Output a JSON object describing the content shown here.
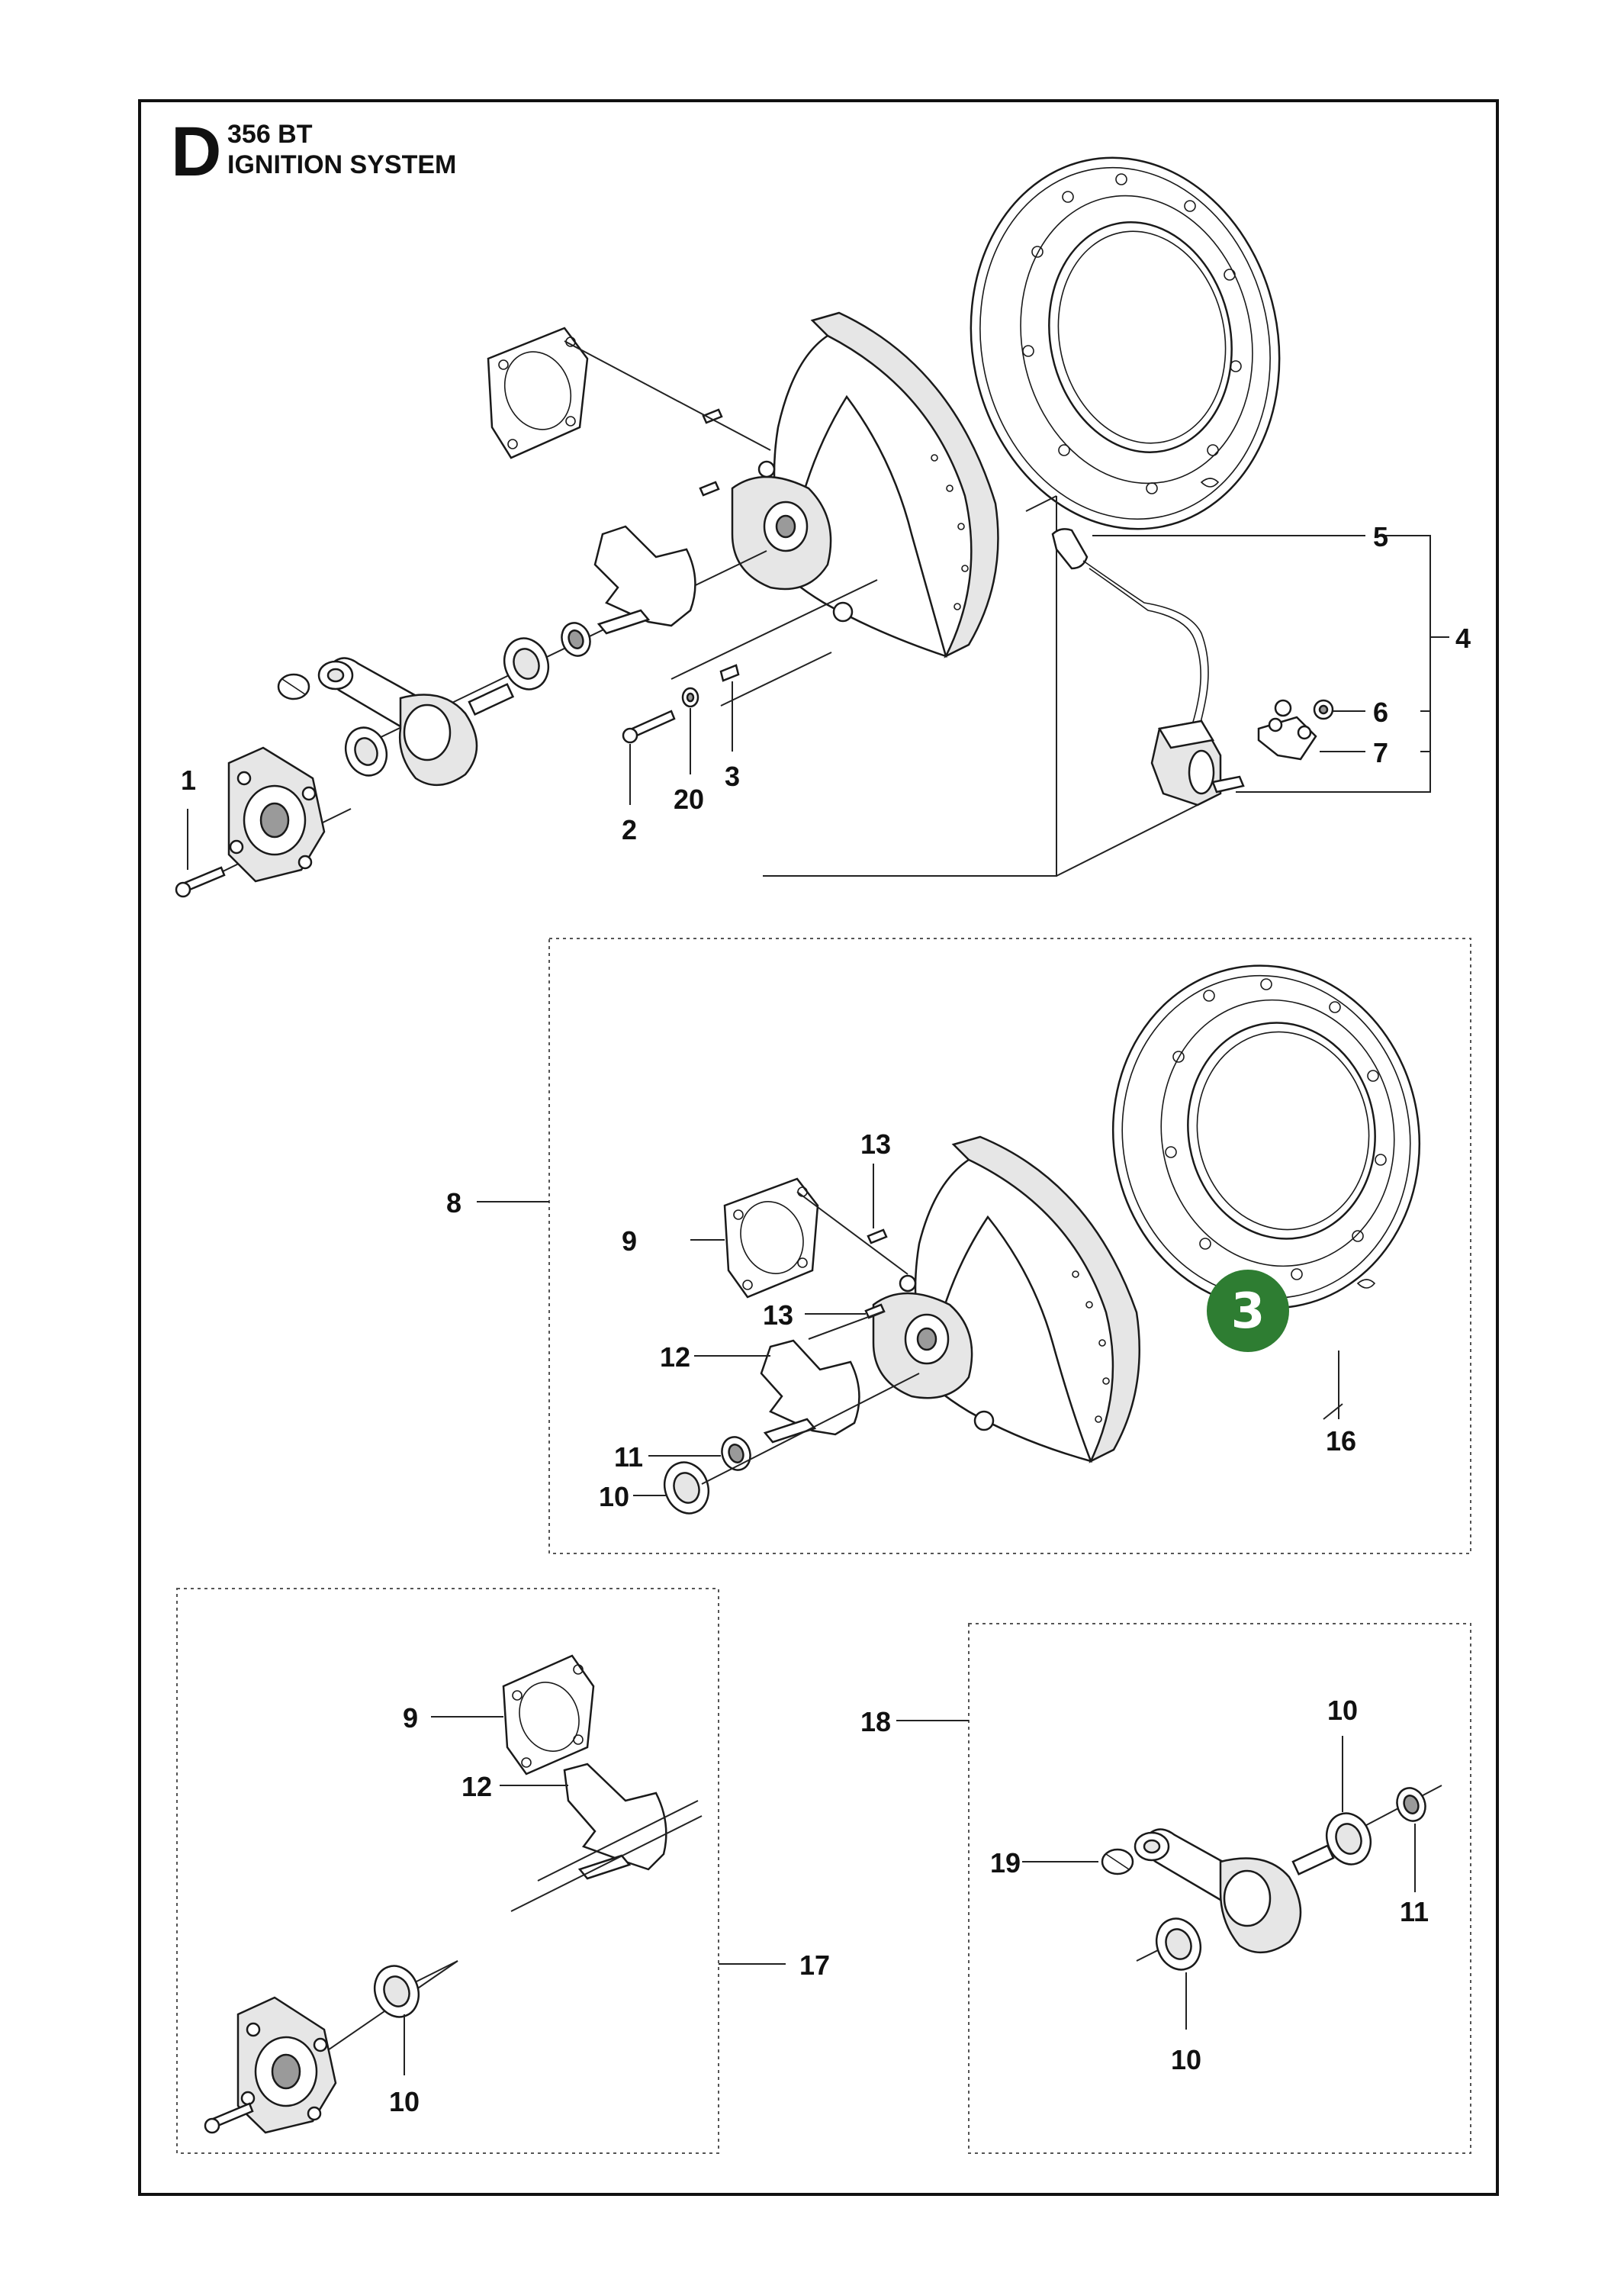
{
  "header": {
    "section_letter": "D",
    "model": "356 BT",
    "title": "IGNITION SYSTEM"
  },
  "callouts": {
    "c1": "1",
    "c2": "2",
    "c3": "3",
    "c4": "4",
    "c5": "5",
    "c6": "6",
    "c7": "7",
    "c20": "20",
    "c8": "8",
    "c9a": "9",
    "c13a": "13",
    "c13b": "13",
    "c12a": "12",
    "c11a": "11",
    "c10a": "10",
    "c16": "16",
    "c9b": "9",
    "c12b": "12",
    "c17": "17",
    "c10b": "10",
    "c18": "18",
    "c10c": "10",
    "c19": "19",
    "c11b": "11",
    "c10d": "10"
  },
  "badge": {
    "number": "3",
    "color": "#2e7d32"
  },
  "colors": {
    "line": "#222222",
    "border": "#111111",
    "badge": "#2e7d32"
  }
}
